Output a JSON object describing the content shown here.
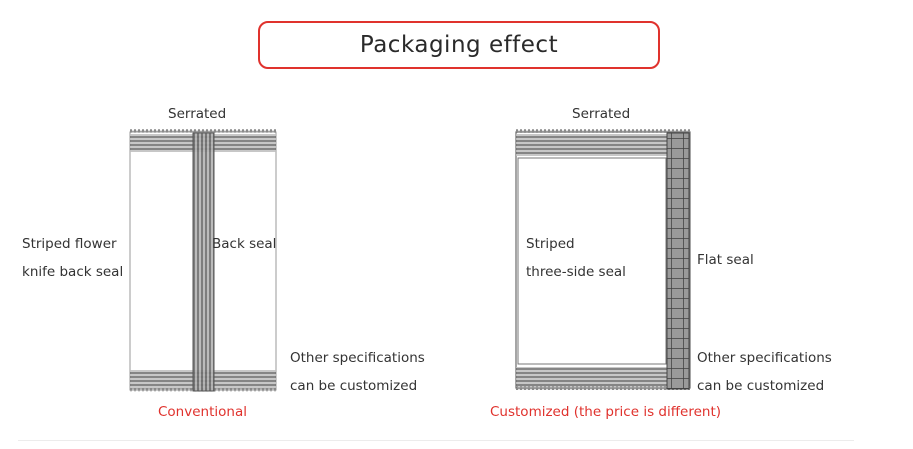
{
  "title": "Packaging effect",
  "left": {
    "top_label": "Serrated",
    "side_label_line1": "Striped flower",
    "side_label_line2": "knife back seal",
    "inner_label": "Back seal",
    "spec_line1": "Other specifications",
    "spec_line2": "can be customized",
    "caption": "Conventional"
  },
  "right": {
    "top_label": "Serrated",
    "inner_label_line1": "Striped",
    "inner_label_line2": "three-side seal",
    "side_label": "Flat seal",
    "spec_line1": "Other specifications",
    "spec_line2": "can be customized",
    "caption": "Customized (the price is different)"
  },
  "colors": {
    "accent": "#e0322d",
    "seal": "#888888",
    "seal_dark": "#555555"
  }
}
